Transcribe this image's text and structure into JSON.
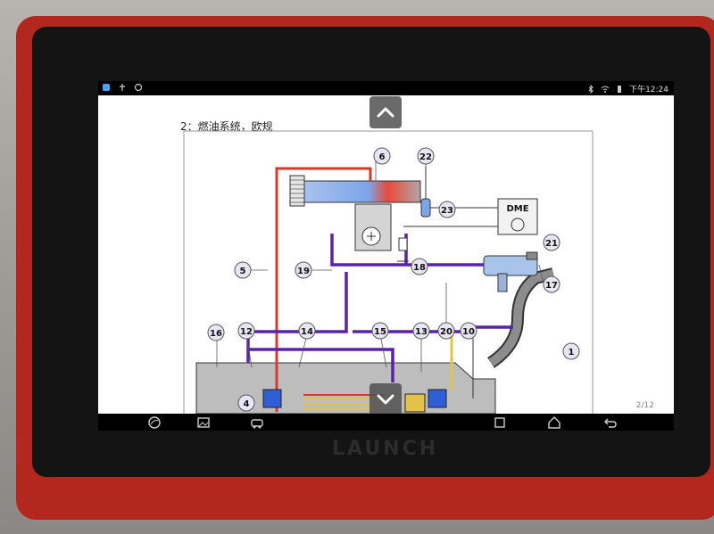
{
  "device": {
    "brand": "LAUNCH"
  },
  "status_bar": {
    "time": "下午12:24",
    "icons": [
      "app-icon",
      "usb-icon",
      "settings-icon",
      "bluetooth-icon",
      "wifi-icon",
      "battery-icon"
    ]
  },
  "document": {
    "title": "2：燃油系统，欧规",
    "page_indicator": "2/12"
  },
  "diagram": {
    "callouts": [
      "1",
      "4",
      "5",
      "6",
      "10",
      "12",
      "13",
      "14",
      "15",
      "16",
      "17",
      "18",
      "19",
      "20",
      "21",
      "22",
      "23"
    ],
    "dme_label": "DME"
  },
  "nav": {
    "up_icon": "chevron-up-icon",
    "down_icon": "chevron-down-icon"
  },
  "navbar_icons": [
    "browser-icon",
    "gallery-icon",
    "car-icon",
    "recent-apps-icon",
    "home-icon",
    "back-icon"
  ],
  "colors": {
    "fuel_feed_red": "#d63a2a",
    "return_purple": "#5a22a8",
    "tank_blue": "#7ba6e8"
  }
}
